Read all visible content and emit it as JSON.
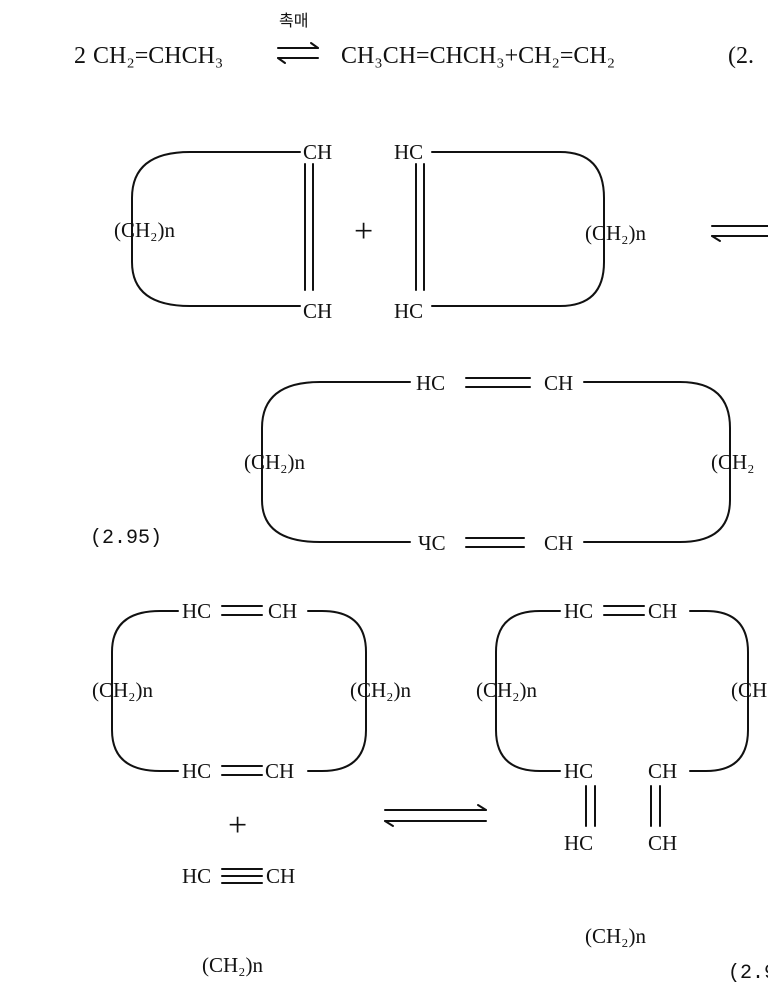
{
  "eq294": {
    "coef": "2",
    "reactant": "CH₂=CHCH₃",
    "catalyst": "촉매",
    "product": "CH₃CH=CHCH₃+CH₂=CH₂",
    "number": "(2."
  },
  "eq295": {
    "left_ring": {
      "top": "CH",
      "bottom": "CH",
      "chain": "(CH₂)n"
    },
    "plus": "+",
    "right_ring": {
      "top": "HC",
      "bottom": "HC",
      "chain": "(CH₂)n"
    },
    "dimer": {
      "top_left": "HC",
      "top_right": "CH",
      "bottom_left": "ЧC",
      "bottom_right": "CH",
      "chain_left": "(CH₂)n",
      "chain_right": "(CH₂"
    },
    "number": "(2.95)"
  },
  "eq296": {
    "ring": {
      "top_left": "HC",
      "top_right": "CH",
      "bottom_left": "HC",
      "bottom_right": "CH",
      "chain_left": "(CH₂)n",
      "chain_right": "(CH₂)n"
    },
    "plus": "+",
    "alkyne": {
      "left": "HC",
      "right": "CH"
    },
    "product": {
      "top_left": "HC",
      "top_right": "CH",
      "chain_left": "(CH₂)n",
      "chain_right": "(CH",
      "mid_left": "HC",
      "mid_right": "CH",
      "low_left": "HC",
      "low_right": "CH"
    },
    "below_left": "(CH₂)n",
    "below_mid": "(CH₂)n",
    "number": "(2.9"
  }
}
